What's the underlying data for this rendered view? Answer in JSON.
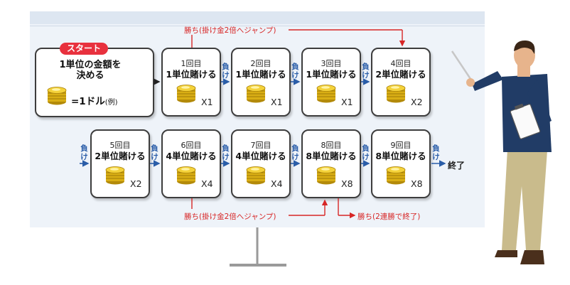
{
  "start": {
    "badge": "スタート",
    "line1": "1単位の金額を",
    "line2": "決める",
    "dollar_main": "=1ドル",
    "dollar_note": "(例)"
  },
  "rounds": [
    {
      "title": "1回目",
      "bet": "1単位賭ける",
      "mult": "X1"
    },
    {
      "title": "2回目",
      "bet": "1単位賭ける",
      "mult": "X1"
    },
    {
      "title": "3回目",
      "bet": "1単位賭ける",
      "mult": "X1"
    },
    {
      "title": "4回目",
      "bet": "2単位賭ける",
      "mult": "X2"
    },
    {
      "title": "5回目",
      "bet": "2単位賭ける",
      "mult": "X2"
    },
    {
      "title": "6回目",
      "bet": "4単位賭ける",
      "mult": "X4"
    },
    {
      "title": "7回目",
      "bet": "4単位賭ける",
      "mult": "X4"
    },
    {
      "title": "8回目",
      "bet": "8単位賭ける",
      "mult": "X8"
    },
    {
      "title": "9回目",
      "bet": "8単位賭ける",
      "mult": "X8"
    }
  ],
  "lose_label": "負け",
  "win_jump_label": "勝ち(掛け金2倍へジャンプ)",
  "win_end_label": "勝ち(2連勝で終了)",
  "end_label": "終了",
  "colors": {
    "lose": "#2a5da8",
    "win": "#d72626",
    "badge": "#e8313e",
    "coin": "#e8c21c"
  }
}
